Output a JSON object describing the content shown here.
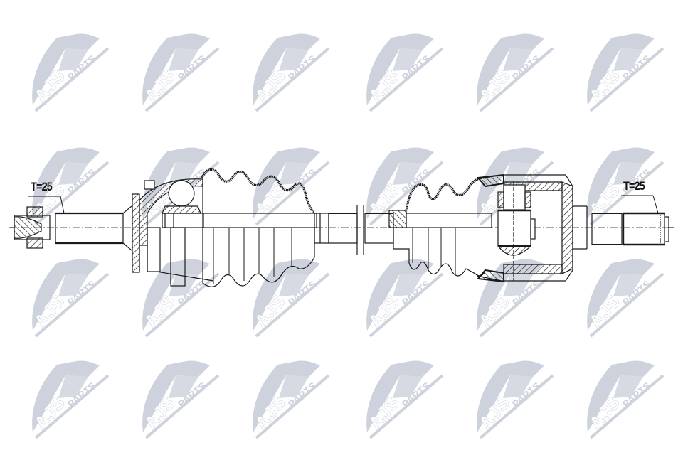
{
  "diagram": {
    "type": "technical-drawing",
    "subject": "drive shaft (CV axle) cross-section",
    "background_color": "#ffffff",
    "line_color": "#1a1a1a",
    "watermark": {
      "brand": "AJS",
      "word": "PARTS",
      "color": "#cdd2dc",
      "grid_columns": 6,
      "grid_rows": 4,
      "columns_x": [
        40,
        195,
        350,
        510,
        665,
        820
      ],
      "rows_y": [
        28,
        188,
        345,
        488
      ]
    },
    "labels": {
      "left_spline": "T=25",
      "right_spline": "T=25"
    },
    "components": [
      {
        "name": "left-spline-stub",
        "side": "left"
      },
      {
        "name": "outer-cv-joint",
        "side": "left",
        "type": "ball joint"
      },
      {
        "name": "outer-boot",
        "side": "left",
        "type": "bellows"
      },
      {
        "name": "axle-bar",
        "side": "center"
      },
      {
        "name": "break-marks",
        "side": "center"
      },
      {
        "name": "inner-boot",
        "side": "right",
        "type": "bellows"
      },
      {
        "name": "inner-tripod-joint",
        "side": "right",
        "type": "tripod"
      },
      {
        "name": "right-spline-stub",
        "side": "right"
      }
    ]
  }
}
